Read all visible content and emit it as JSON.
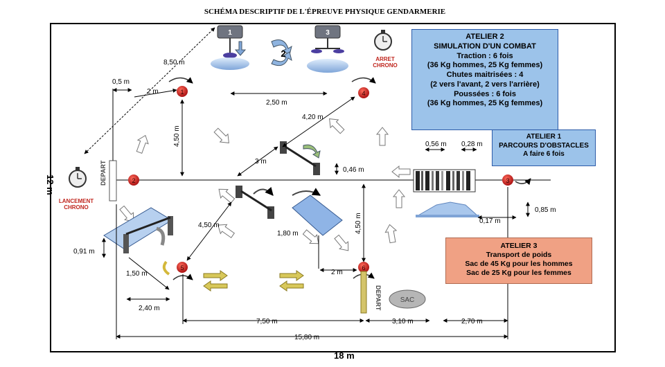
{
  "title": "SCHÉMA DESCRIPTIF DE L'ÉPREUVE PHYSIQUE GENDARMERIE",
  "colors": {
    "panel_blue": "#9cc3ea",
    "panel_orange": "#f0a184",
    "marker_red": "#d52424",
    "arrow_fill": "#ffffff",
    "lateral_arrow": "#d8c85a"
  },
  "atelier2": {
    "title": "ATELIER 2",
    "lines": [
      "SIMULATION D'UN COMBAT",
      "Traction : 6 fois",
      "(36 Kg hommes, 25 Kg femmes)",
      "Chutes maitrisées : 4",
      "(2 vers l'avant, 2 vers l'arrière)",
      "Poussées : 6 fois",
      "(36 Kg hommes, 25 Kg femmes)"
    ]
  },
  "atelier1": {
    "title": "ATELIER 1",
    "lines": [
      "PARCOURS D'OBSTACLES",
      "A faire 6 fois"
    ]
  },
  "atelier3": {
    "title": "ATELIER 3",
    "lines": [
      "Transport de poids",
      "Sac de 45 Kg pour les hommes",
      "Sac de 25 Kg pour les femmes"
    ]
  },
  "labels": {
    "depart_left": "DEPART",
    "depart_bottom": "DEPART",
    "lancement": [
      "LANCEMENT",
      "CHRONO"
    ],
    "arret": [
      "ARRET",
      "CHRONO"
    ],
    "sac": "SAC",
    "station_1": "1",
    "station_3": "3",
    "arrow_2": "2",
    "markers": [
      "1",
      "2",
      "3",
      "4",
      "5",
      "6"
    ]
  },
  "dimensions": {
    "d_850": "8,50 m",
    "d_05": "0,5 m",
    "d_2m_top": "2 m",
    "d_450_left": "4,50 m",
    "d_250": "2,50 m",
    "d_420": "4,20 m",
    "d_3m": "3 m",
    "d_046": "0,46 m",
    "d_056": "0,56 m",
    "d_028": "0,28 m",
    "d_085": "0,85 m",
    "d_017": "0,17 m",
    "d_450_diag": "4,50 m",
    "d_180": "1,80 m",
    "d_450_vert": "4,50 m",
    "d_2m_bottom": "2 m",
    "d_091": "0,91 m",
    "d_150": "1,50 m",
    "d_240": "2,40 m",
    "d_750": "7,50 m",
    "d_310": "3,10 m",
    "d_270": "2,70 m",
    "d_1580": "15,80 m",
    "d_18m": "18 m",
    "d_12m": "12 m"
  }
}
